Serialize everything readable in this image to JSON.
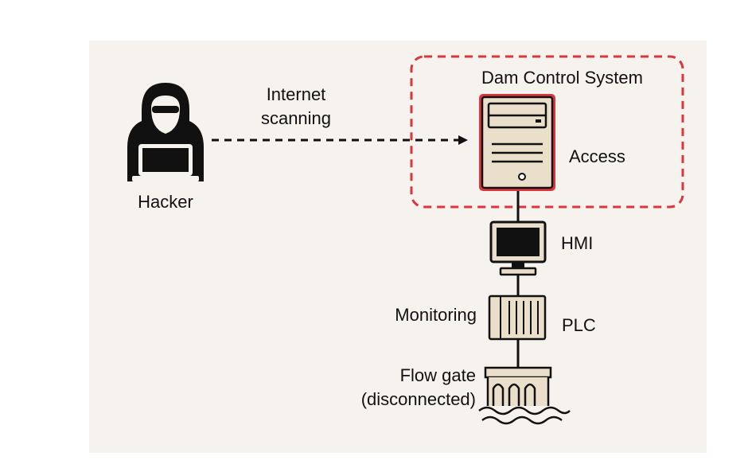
{
  "system_title": "Dam Control System",
  "attacker": {
    "label": "Hacker",
    "icon": "hooded-hacker-icon"
  },
  "connection": {
    "label_line1": "Internet",
    "label_line2": "scanning",
    "style": "dashed-arrow"
  },
  "components": {
    "server": {
      "label": "Access",
      "icon": "server-tower-icon"
    },
    "hmi": {
      "label": "HMI",
      "icon": "monitor-icon"
    },
    "plc": {
      "label": "PLC",
      "side_label": "Monitoring",
      "icon": "plc-module-icon"
    },
    "gate": {
      "label_line1": "Flow gate",
      "label_line2": "(disconnected)",
      "icon": "flow-gate-icon"
    }
  },
  "colors": {
    "highlight_red": "#d9363e",
    "device_fill": "#eadfca",
    "background": "#f6f3ee",
    "ink": "#111111"
  }
}
